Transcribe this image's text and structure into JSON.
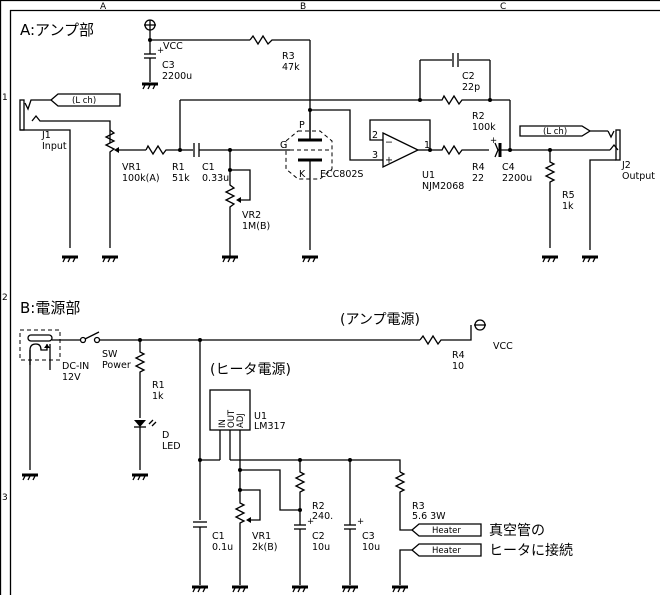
{
  "frame": {
    "columns": [
      "A",
      "B",
      "C"
    ],
    "rows": [
      "1",
      "2",
      "3"
    ]
  },
  "sectionA": {
    "title": "A:アンプ部",
    "vcc_label": "VCC",
    "c3": {
      "ref": "C3",
      "value": "2200u"
    },
    "r3": {
      "ref": "R3",
      "value": "47k"
    },
    "c2": {
      "ref": "C2",
      "value": "22p"
    },
    "r2": {
      "ref": "R2",
      "value": "100k"
    },
    "j1": {
      "ref": "J1",
      "value": "Input",
      "net": "(L ch)"
    },
    "vr1": {
      "ref": "VR1",
      "value": "100k(A)"
    },
    "r1": {
      "ref": "R1",
      "value": "51k"
    },
    "c1": {
      "ref": "C1",
      "value": "0.33u"
    },
    "vr2": {
      "ref": "VR2",
      "value": "1M(B)"
    },
    "tube": {
      "value": "ECC802S",
      "pin_p": "P",
      "pin_g": "G",
      "pin_k": "K"
    },
    "u1": {
      "ref": "U1",
      "value": "NJM2068",
      "pin2": "2",
      "pin3": "3",
      "pin1": "1",
      "minus": "−",
      "plus": "+"
    },
    "r4": {
      "ref": "R4",
      "value": "22"
    },
    "c4": {
      "ref": "C4",
      "value": "2200u"
    },
    "r5": {
      "ref": "R5",
      "value": "1k"
    },
    "j2": {
      "ref": "J2",
      "value": "Output",
      "net": "(L ch)"
    }
  },
  "sectionB": {
    "title": "B:電源部",
    "dcin": {
      "ref": "DC-IN",
      "value": "12V"
    },
    "sw": {
      "ref": "SW",
      "value": "Power"
    },
    "r1": {
      "ref": "R1",
      "value": "1k"
    },
    "d": {
      "ref": "D",
      "value": "LED"
    },
    "amp_power_label": "(アンプ電源)",
    "r4": {
      "ref": "R4",
      "value": "10"
    },
    "vcc_label": "VCC",
    "heater_power_label": "(ヒータ電源)",
    "u1": {
      "ref": "U1",
      "value": "LM317",
      "pin_in": "IN",
      "pin_out": "OUT",
      "pin_adj": "ADJ"
    },
    "c1": {
      "ref": "C1",
      "value": "0.1u"
    },
    "vr1": {
      "ref": "VR1",
      "value": "2k(B)"
    },
    "r2": {
      "ref": "R2",
      "value": "240."
    },
    "c2": {
      "ref": "C2",
      "value": "10u"
    },
    "c3": {
      "ref": "C3",
      "value": "10u"
    },
    "r3": {
      "ref": "R3",
      "value": "5.6 3W"
    },
    "heater_net1": "Heater",
    "heater_net2": "Heater",
    "note_line1": "真空管の",
    "note_line2": "ヒータに接続"
  }
}
